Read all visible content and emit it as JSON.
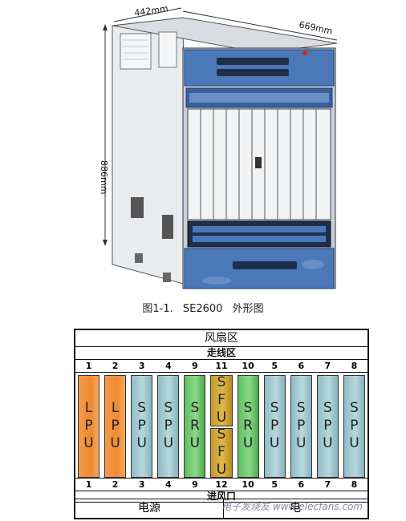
{
  "dimensions": {
    "width": "442mm",
    "depth": "669mm",
    "height": "886mm"
  },
  "caption": {
    "fig": "图1-1.",
    "model": "SE2600",
    "desc": "外形图"
  },
  "diagram": {
    "top_band": "风扇区",
    "second_band": "走线区",
    "bottom_band": "进风口",
    "power_left": "电源",
    "power_right": "电",
    "top_numbers": [
      "1",
      "2",
      "3",
      "4",
      "9",
      "11",
      "10",
      "5",
      "6",
      "7",
      "8"
    ],
    "bottom_numbers": [
      "1",
      "2",
      "3",
      "4",
      "9",
      "12",
      "10",
      "5",
      "6",
      "7",
      "8"
    ],
    "cards": [
      {
        "label": "LPU",
        "type": "lpu"
      },
      {
        "label": "LPU",
        "type": "lpu"
      },
      {
        "label": "SPU",
        "type": "spu"
      },
      {
        "label": "SPU",
        "type": "spu"
      },
      {
        "label": "SRU",
        "type": "sru"
      },
      {
        "label": "SFU",
        "type": "sfu"
      },
      {
        "label": "SRU",
        "type": "sru"
      },
      {
        "label": "SPU",
        "type": "spu"
      },
      {
        "label": "SPU",
        "type": "spu"
      },
      {
        "label": "SPU",
        "type": "spu"
      },
      {
        "label": "SPU",
        "type": "spu"
      }
    ],
    "sfu_lower_label": "SFU"
  },
  "watermark": "电子发烧友 www.elecfans.com"
}
